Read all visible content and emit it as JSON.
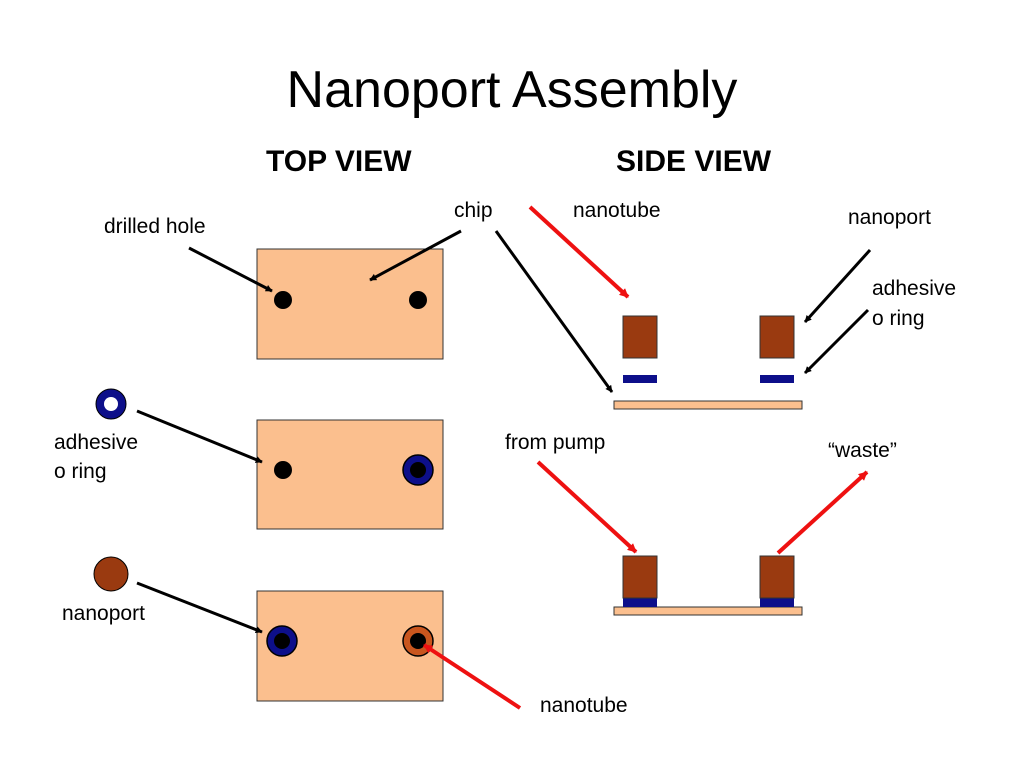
{
  "title": "Nanoport Assembly",
  "top_view": {
    "heading": "TOP VIEW",
    "labels": {
      "drilled_hole": "drilled hole",
      "adhesive_line1": "adhesive",
      "adhesive_line2": "o ring",
      "nanoport": "nanoport",
      "nanotube": "nanotube"
    }
  },
  "side_view": {
    "heading": "SIDE VIEW",
    "labels": {
      "chip": "chip",
      "nanotube": "nanotube",
      "nanoport": "nanoport",
      "adhesive_line1": "adhesive",
      "adhesive_line2": "o ring",
      "from_pump": "from pump",
      "waste": "“waste”"
    }
  },
  "colors": {
    "chip": "#fbbf8e",
    "nanoport": "#9a3a10",
    "oring": "#0d0f8a",
    "hole": "#000000",
    "arrow_black": "#000000",
    "arrow_red": "#ee1111",
    "nanoport_light": "#c9561e"
  }
}
